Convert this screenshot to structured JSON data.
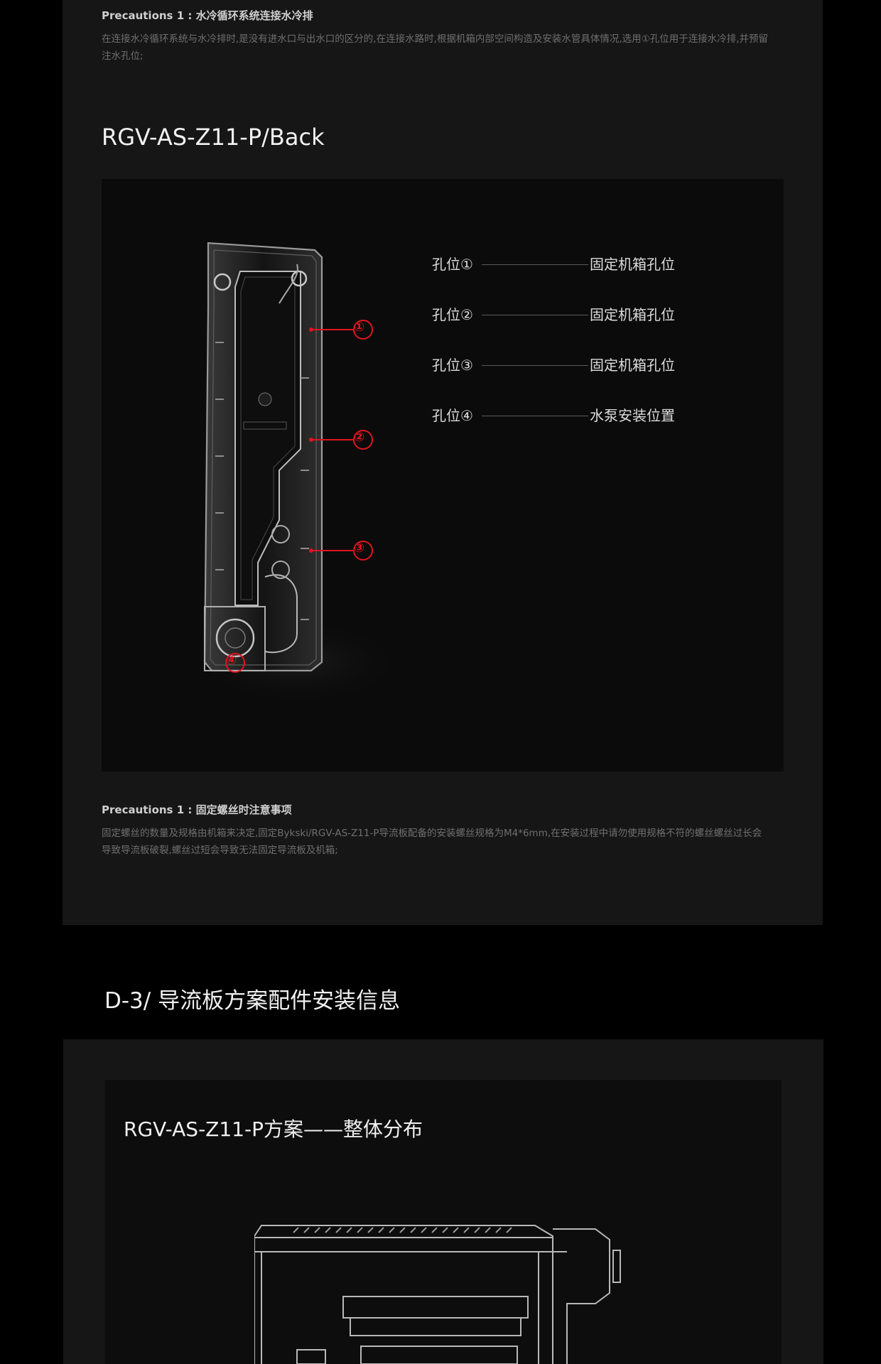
{
  "section1": {
    "note_title": "Precautions 1 : 水冷循环系统连接水冷排",
    "note_text": "在连接水冷循环系统与水冷排时,是没有进水口与出水口的区分的,在连接水路时,根据机箱内部空间构造及安装水管具体情况,选用①孔位用于连接水冷排,并预留注水孔位;"
  },
  "product": {
    "title": "RGV-AS-Z11-P/Back",
    "callouts": [
      "①",
      "②",
      "③",
      "④"
    ],
    "legend": [
      {
        "label": "孔位①",
        "desc": "固定机箱孔位"
      },
      {
        "label": "孔位②",
        "desc": "固定机箱孔位"
      },
      {
        "label": "孔位③",
        "desc": "固定机箱孔位"
      },
      {
        "label": "孔位④",
        "desc": "水泵安装位置"
      }
    ],
    "accent_color": "#e0141e"
  },
  "section2": {
    "note_title": "Precautions 1 : 固定螺丝时注意事项",
    "note_text": "固定螺丝的数量及规格由机箱来决定,固定Bykski/RGV-AS-Z11-P导流板配备的安装螺丝规格为M4*6mm,在安装过程中请勿使用规格不符的螺丝螺丝过长会导致导流板破裂,螺丝过短会导致无法固定导流板及机箱;"
  },
  "d3": {
    "heading": "D-3/ 导流板方案配件安装信息",
    "dist_title": "RGV-AS-Z11-P方案——整体分布"
  }
}
